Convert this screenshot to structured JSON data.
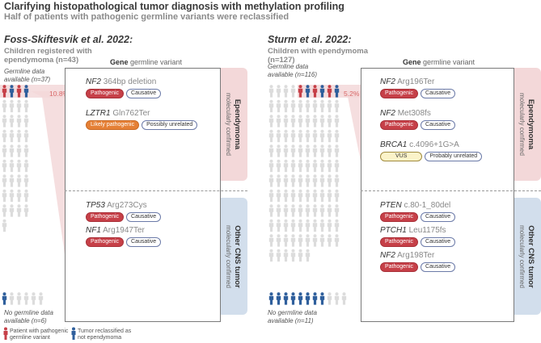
{
  "header": {
    "title": "Clarifying histopathological tumor diagnosis with methylation profiling",
    "subtitle": "Half of patients with pathogenic germline variants were reclassified"
  },
  "colors": {
    "pathogenic": "#c64048",
    "likely_pathogenic": "#e58036",
    "vus": "#fbf3c9",
    "reclassified": "#2f5f9c",
    "patient_default": "#dcdcdc",
    "ependymoma_tab": "#f3d8d9",
    "other_cns_tab": "#d2deec"
  },
  "icons": {
    "patient": "person-icon"
  },
  "legend": {
    "pathogenic_label": "Patient with pathogenic germline variant",
    "reclassified_label": "Tumor reclassified as not ependymoma"
  },
  "studies": [
    {
      "title": "Foss-Skiftesvik et al. 2022:",
      "group": "Children registered with ependymoma (n=43)",
      "germline_label": "Germline data available (n=37)",
      "no_germline_label": "No germline data available (n=6)",
      "percent": "10.8%",
      "germline_count": 37,
      "no_germline_count": 6,
      "pathogenic_count": 4,
      "reclassified_among_pathogenic": 2,
      "reclassified_without_germline": 1,
      "column_header": {
        "bold": "Gene",
        "rest": " germline variant"
      },
      "tab_ependymoma": {
        "line1": "Ependymoma",
        "line2": "molecularly confirmed"
      },
      "tab_other": {
        "line1": "Other CNS tumor",
        "line2": "molecularly confirmed"
      },
      "ependymoma_variants": [
        {
          "gene": "NF2",
          "variant": "364bp deletion",
          "class": "Pathogenic",
          "class_type": "pathogenic",
          "relation": "Causative"
        },
        {
          "gene": "LZTR1",
          "variant": "Gln762Ter",
          "class": "Likely pathogenic",
          "class_type": "likely",
          "relation": "Possibly unrelated"
        }
      ],
      "other_variants": [
        {
          "gene": "TP53",
          "variant": "Arg273Cys",
          "class": "Pathogenic",
          "class_type": "pathogenic",
          "relation": "Causative"
        },
        {
          "gene": "NF1",
          "variant": "Arg1947Ter",
          "class": "Pathogenic",
          "class_type": "pathogenic",
          "relation": "Causative"
        }
      ]
    },
    {
      "title": "Sturm et al. 2022:",
      "group": "Children with ependymoma (n=127)",
      "germline_label": "Germline data available (n=116)",
      "no_germline_label": "No germline data available (n=11)",
      "percent": "5.2%",
      "germline_count": 116,
      "no_germline_count": 11,
      "pathogenic_count": 6,
      "reclassified_among_pathogenic": 3,
      "reclassified_without_germline": 8,
      "column_header": {
        "bold": "Gene",
        "rest": " germline variant"
      },
      "tab_ependymoma": {
        "line1": "Ependymoma",
        "line2": "molecularly confirmed"
      },
      "tab_other": {
        "line1": "Other CNS tumor",
        "line2": "molecularly confirmed"
      },
      "ependymoma_variants": [
        {
          "gene": "NF2",
          "variant": "Arg196Ter",
          "class": "Pathogenic",
          "class_type": "pathogenic",
          "relation": "Causative"
        },
        {
          "gene": "NF2",
          "variant": "Met308fs",
          "class": "Pathogenic",
          "class_type": "pathogenic",
          "relation": "Causative"
        },
        {
          "gene": "BRCA1",
          "variant": "c.4096+1G>A",
          "class": "VUS",
          "class_type": "vus",
          "relation": "Probably unrelated"
        }
      ],
      "other_variants": [
        {
          "gene": "PTEN",
          "variant": "c.80-1_80del",
          "class": "Pathogenic",
          "class_type": "pathogenic",
          "relation": "Causative"
        },
        {
          "gene": "PTCH1",
          "variant": "Leu1175fs",
          "class": "Pathogenic",
          "class_type": "pathogenic",
          "relation": "Causative"
        },
        {
          "gene": "NF2",
          "variant": "Arg198Ter",
          "class": "Pathogenic",
          "class_type": "pathogenic",
          "relation": "Causative"
        }
      ]
    }
  ]
}
